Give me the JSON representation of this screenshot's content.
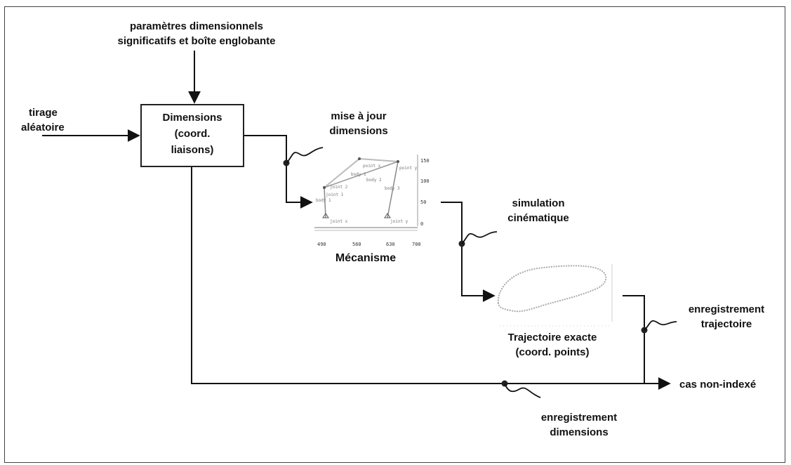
{
  "labels": {
    "params_line1": "paramètres dimensionnels",
    "params_line2": "significatifs et boîte englobante",
    "tirage_line1": "tirage",
    "tirage_line2": "aléatoire",
    "dimensions_line1": "Dimensions",
    "dimensions_line2": "(coord.",
    "dimensions_line3": "liaisons)",
    "mise_line1": "mise à jour",
    "mise_line2": "dimensions",
    "mecanisme": "Mécanisme",
    "simulation_line1": "simulation",
    "simulation_line2": "cinématique",
    "trajectoire_line1": "Trajectoire exacte",
    "trajectoire_line2": "(coord. points)",
    "enreg_traj_line1": "enregistrement",
    "enreg_traj_line2": "trajectoire",
    "cas": "cas non-indexé",
    "enreg_dim_line1": "enregistrement",
    "enreg_dim_line2": "dimensions"
  },
  "mechanism_plot": {
    "x_ticks": [
      "490",
      "560",
      "630",
      "700"
    ],
    "y_ticks": [
      "150",
      "100",
      "50",
      "0"
    ],
    "tags": [
      "point x",
      "point y",
      "body 1",
      "body 2",
      "body 3",
      "joint 1",
      "joint 2",
      "body 1",
      "joint x",
      "joint y"
    ]
  }
}
